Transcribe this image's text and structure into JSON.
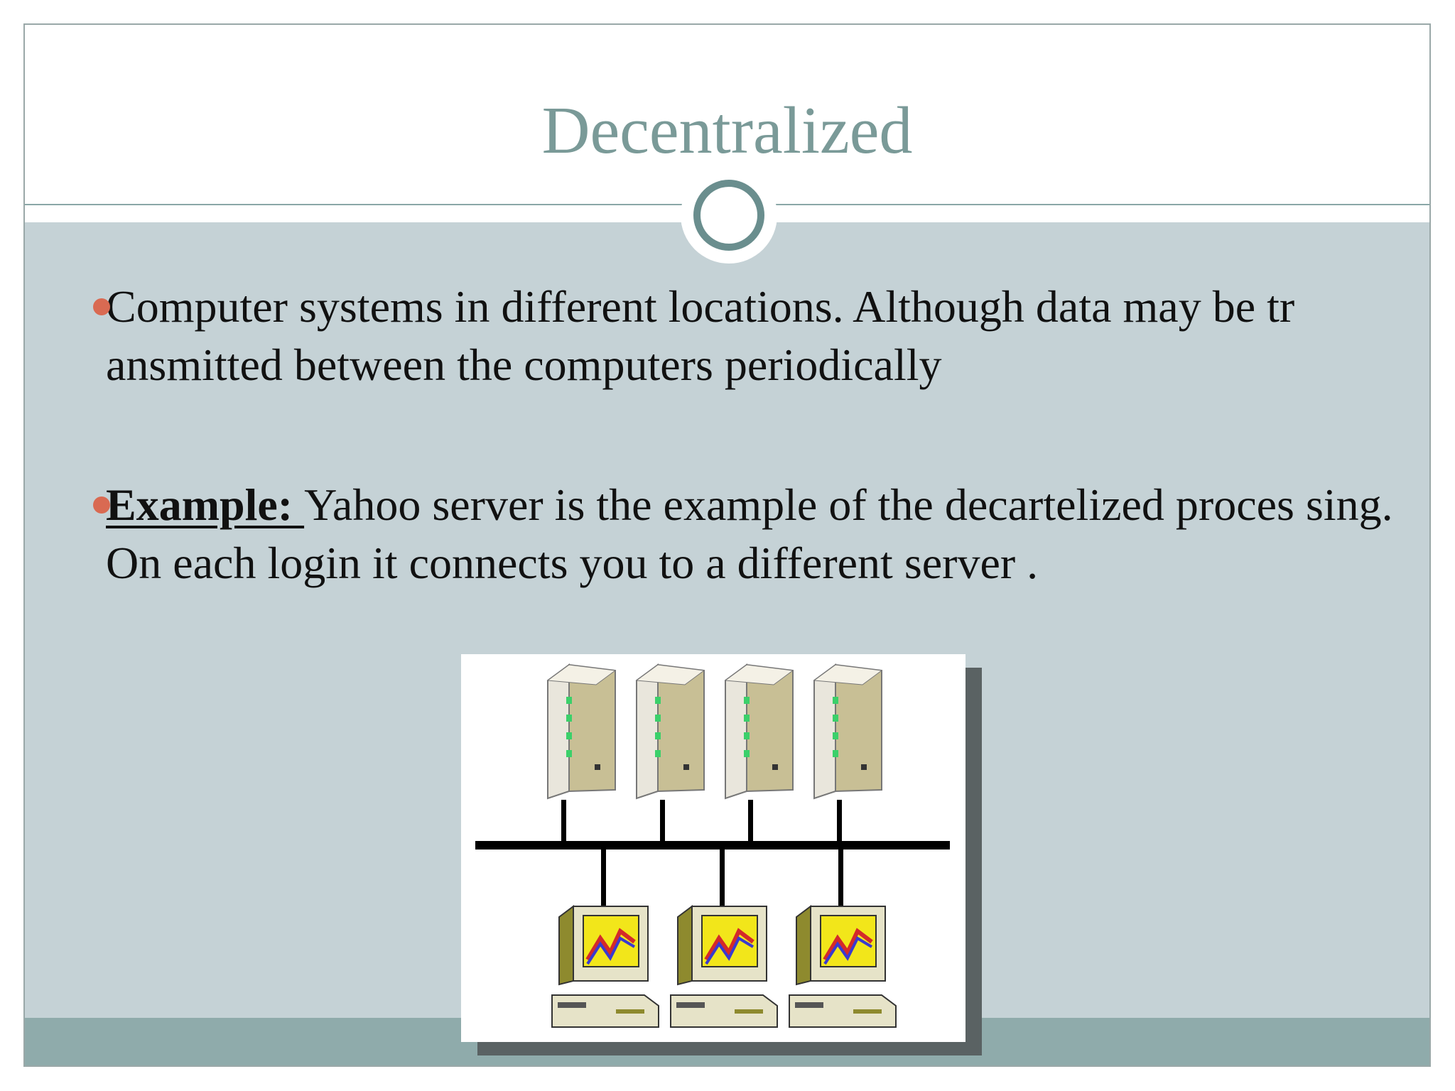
{
  "slide": {
    "title": "Decentralized",
    "bullets": [
      {
        "label": "",
        "text": "Computer systems in different locations. Although data may be tr ansmitted between the computers periodically"
      },
      {
        "label": "Example: ",
        "text": "Yahoo server is the example of the decartelized proces sing. On each login it connects you to a different server ."
      }
    ],
    "figure": {
      "servers": 4,
      "workstations": 3,
      "icons": [
        "server-icon",
        "workstation-icon",
        "network-bus-icon"
      ]
    },
    "colors": {
      "title": "#7a9a98",
      "body_background": "#c5d2d6",
      "footer_band": "#8fabab",
      "bullet_dot": "#d96a52",
      "ring": "#6a8e8e"
    }
  }
}
